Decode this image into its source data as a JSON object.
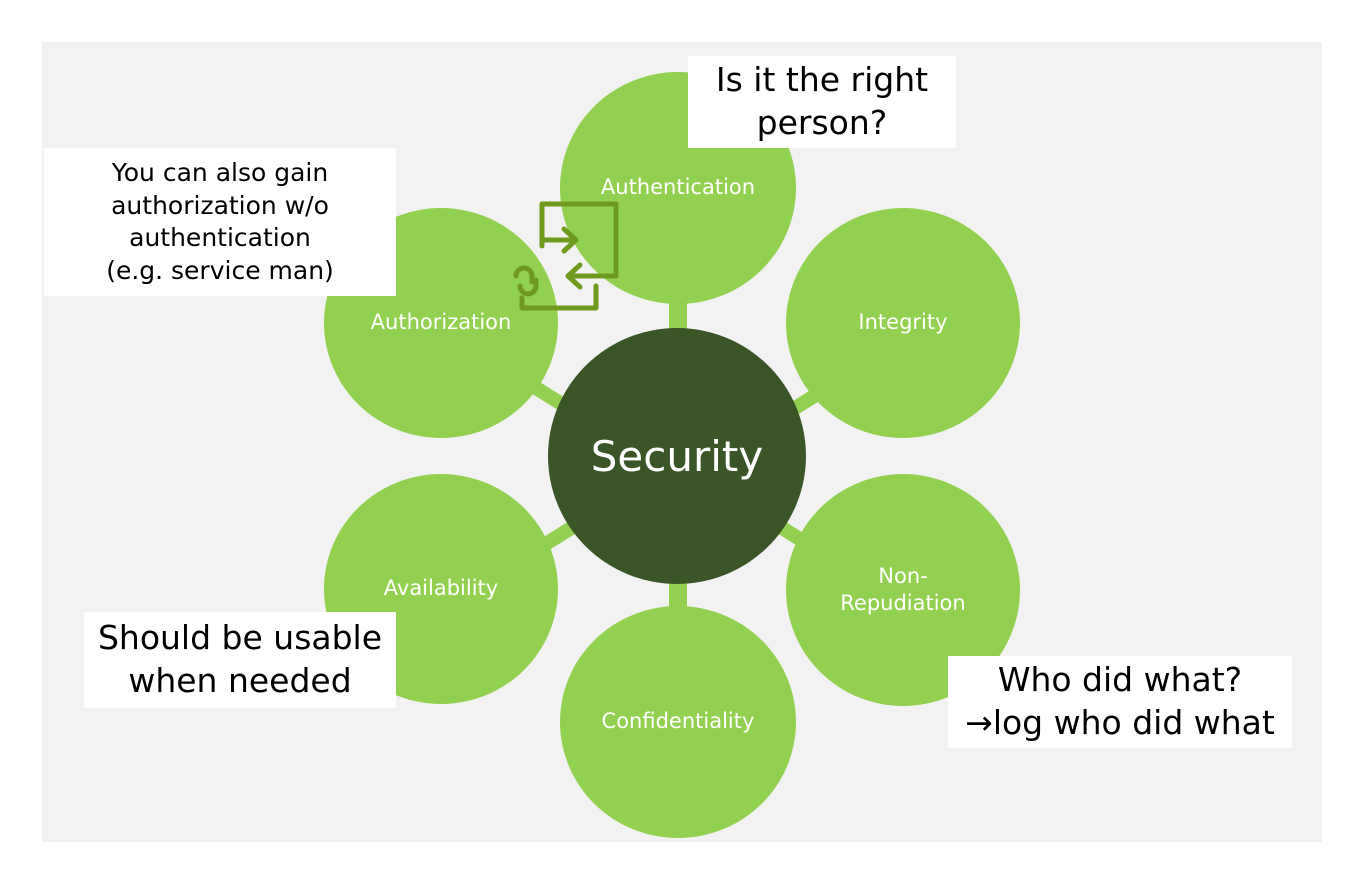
{
  "diagram": {
    "center": "Security",
    "nodes": {
      "authentication": "Authentication",
      "integrity": "Integrity",
      "non_repudiation": "Non-\nRepudiation",
      "confidentiality": "Confidentiality",
      "availability": "Availability",
      "authorization": "Authorization"
    },
    "notes": {
      "authentication": "Is it the right\nperson?",
      "authorization": "You can also gain\nauthorization w/o\nauthentication\n(e.g. service man)",
      "availability": "Should be usable\nwhen needed",
      "non_repudiation": "Who did what?\n→log who did what"
    },
    "icon": "link-exchange-icon",
    "colors": {
      "background": "#f2f2f2",
      "node": "#92d050",
      "center": "#3a5626",
      "icon": "#6e9a1e",
      "note_bg": "#ffffff"
    }
  }
}
